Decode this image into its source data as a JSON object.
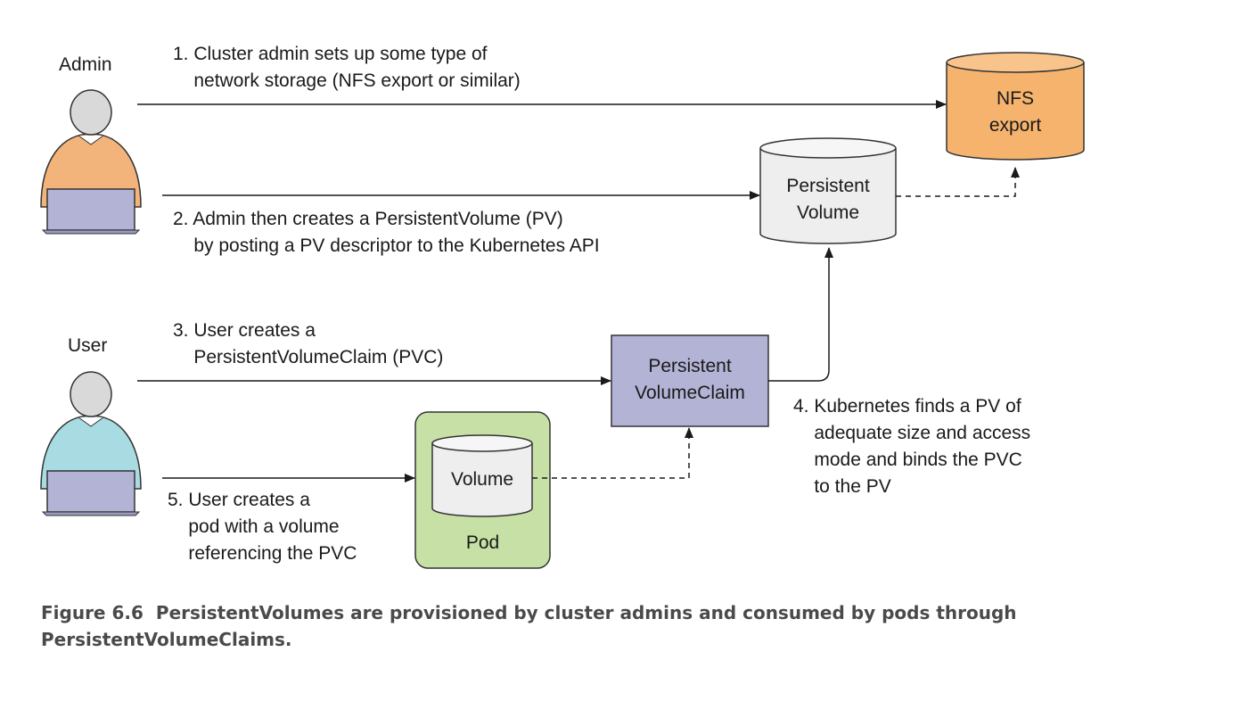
{
  "actors": {
    "admin": "Admin",
    "user": "User"
  },
  "steps": {
    "step1": "1. Cluster admin sets up some type of\n    network storage (NFS export or similar)",
    "step2": "2. Admin then creates a PersistentVolume (PV)\n    by posting a PV descriptor to the Kubernetes API",
    "step3": "3. User creates a\n    PersistentVolumeClaim (PVC)",
    "step4": "4. Kubernetes finds a PV of\n    adequate size and access\n    mode and binds the PVC\n    to the PV",
    "step5": "5. User creates a\n    pod with a volume\n    referencing the PVC"
  },
  "nodes": {
    "nfs": "NFS\nexport",
    "pv": "Persistent\nVolume",
    "pvc": "Persistent\nVolumeClaim",
    "volume": "Volume",
    "pod": "Pod"
  },
  "caption": {
    "figure": "Figure 6.6",
    "text": "PersistentVolumes are provisioned by cluster admins and consumed by pods through PersistentVolumeClaims."
  },
  "colors": {
    "admin_shirt": "#f2b47a",
    "user_shirt": "#a9dbe3",
    "laptop": "#b3b3d6",
    "head": "#d9d9d9",
    "nfs_fill": "#f5b36e",
    "pv_fill": "#eeeeee",
    "pvc_fill": "#b3b3d6",
    "pod_fill": "#c6e0a6",
    "caption": "#4a4a4a"
  }
}
